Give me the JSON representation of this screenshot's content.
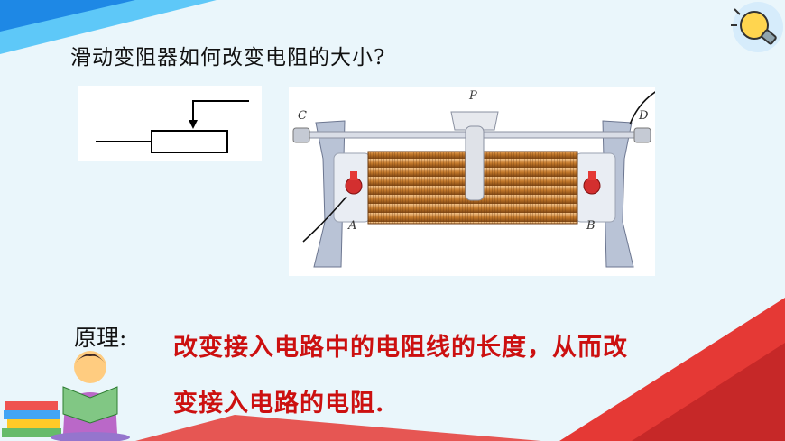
{
  "question": "滑动变阻器如何改变电阻的大小?",
  "labels": {
    "C": "C",
    "D": "D",
    "P": "P",
    "A": "A",
    "B": "B"
  },
  "principle": {
    "label": "原理:",
    "line1": "改变接入电路中的电阻线的长度，从而改",
    "line2": "变接入电路的电阻."
  },
  "colors": {
    "background": "#eaf6fb",
    "accent_red": "#cc1010",
    "stripe_red": "#e53935",
    "stripe_blue": "#1e88e5"
  },
  "icons": [
    "lightbulb-icon",
    "reading-child-illustration",
    "rheostat-symbol",
    "rheostat-photo"
  ]
}
